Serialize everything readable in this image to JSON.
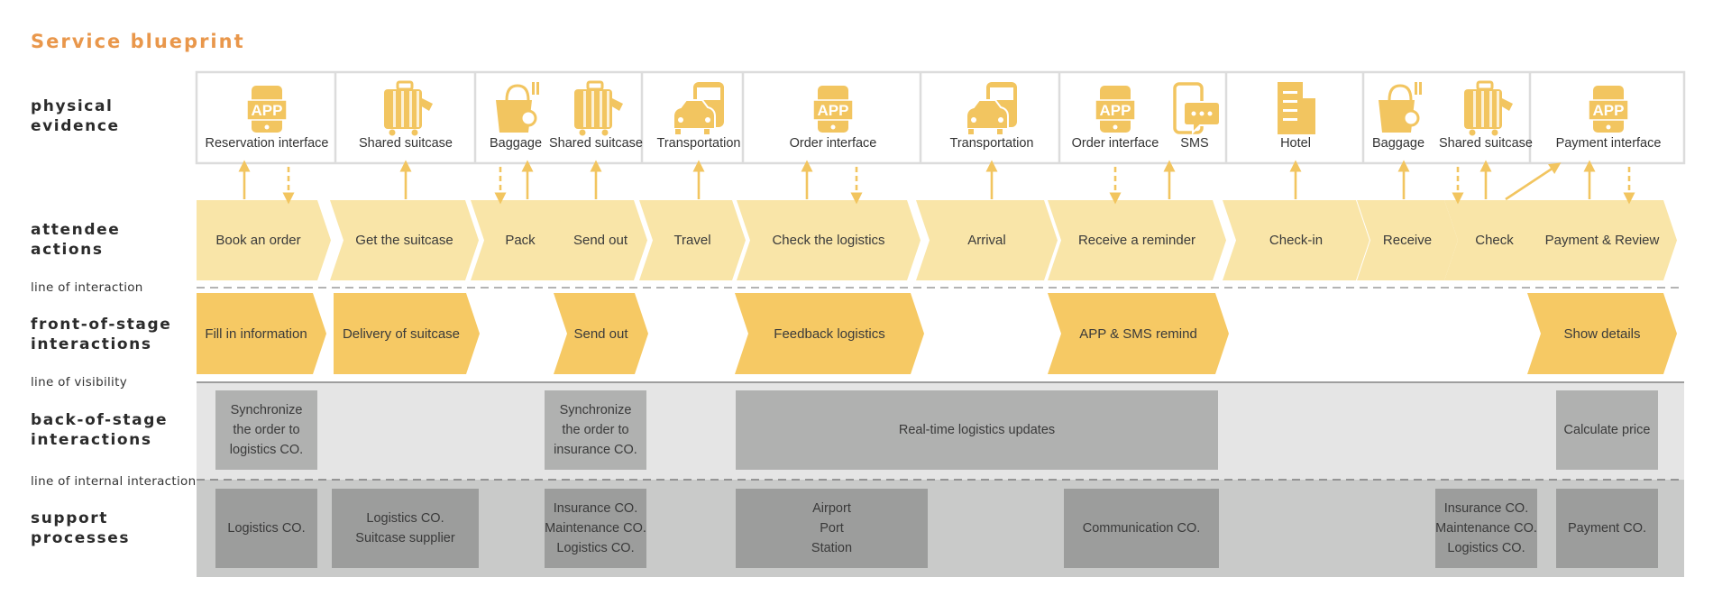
{
  "title": "Service blueprint",
  "colors": {
    "icon": "#f2c560",
    "attendee": "#f9e5a8",
    "front": "#f6c964",
    "back_band": "#e5e5e5",
    "back_box": "#b0b1b0",
    "support_band": "#c9cac9",
    "support_box": "#9c9d9c",
    "title": "#e9974b"
  },
  "rows": {
    "physical": "physical\nevidence",
    "attendee": "attendee\nactions",
    "front": "front-of-stage\ninteractions",
    "back": "back-of-stage\ninteractions",
    "support": "support\nprocesses"
  },
  "lines": {
    "interaction": "line of interaction",
    "visibility": "line of visibility",
    "internal": "line of internal interaction"
  },
  "evidence": [
    {
      "label": "Reservation interface",
      "icon": "app-icon"
    },
    {
      "label": "Shared suitcase",
      "icon": "suitcase-icon"
    },
    {
      "label": "Baggage",
      "icon": "baggage-icon"
    },
    {
      "label": "Shared suitcase",
      "icon": "suitcase-icon"
    },
    {
      "label": "Transportation",
      "icon": "transport-icon"
    },
    {
      "label": "Order interface",
      "icon": "app-icon"
    },
    {
      "label": "Transportation",
      "icon": "transport-icon"
    },
    {
      "label": "Order interface",
      "icon": "app-icon"
    },
    {
      "label": "SMS",
      "icon": "sms-icon"
    },
    {
      "label": "Hotel",
      "icon": "hotel-icon"
    },
    {
      "label": "Baggage",
      "icon": "baggage-icon"
    },
    {
      "label": "Shared suitcase",
      "icon": "suitcase-icon"
    },
    {
      "label": "Payment interface",
      "icon": "app-icon"
    }
  ],
  "app_badge": "APP",
  "actions": [
    "Book an order",
    "Get the suitcase",
    "Pack",
    "Send out",
    "Travel",
    "Check the logistics",
    "Arrival",
    "Receive a reminder",
    "Check-in",
    "Receive",
    "Check",
    "Payment & Review"
  ],
  "front": [
    "Fill in information",
    "Delivery of suitcase",
    "Send out",
    "Feedback logistics",
    "APP & SMS remind",
    "Show details"
  ],
  "back": [
    "Synchronize\nthe order to\nlogistics CO.",
    "Synchronize\nthe order to\ninsurance CO.",
    "Real-time logistics updates",
    "Calculate price"
  ],
  "support": [
    "Logistics CO.",
    "Logistics CO.\nSuitcase supplier",
    "Insurance CO.\nMaintenance CO.\nLogistics CO.",
    "Airport\nPort\nStation",
    "Communication CO.",
    "Insurance CO.\nMaintenance CO.\nLogistics CO.",
    "Payment CO."
  ]
}
